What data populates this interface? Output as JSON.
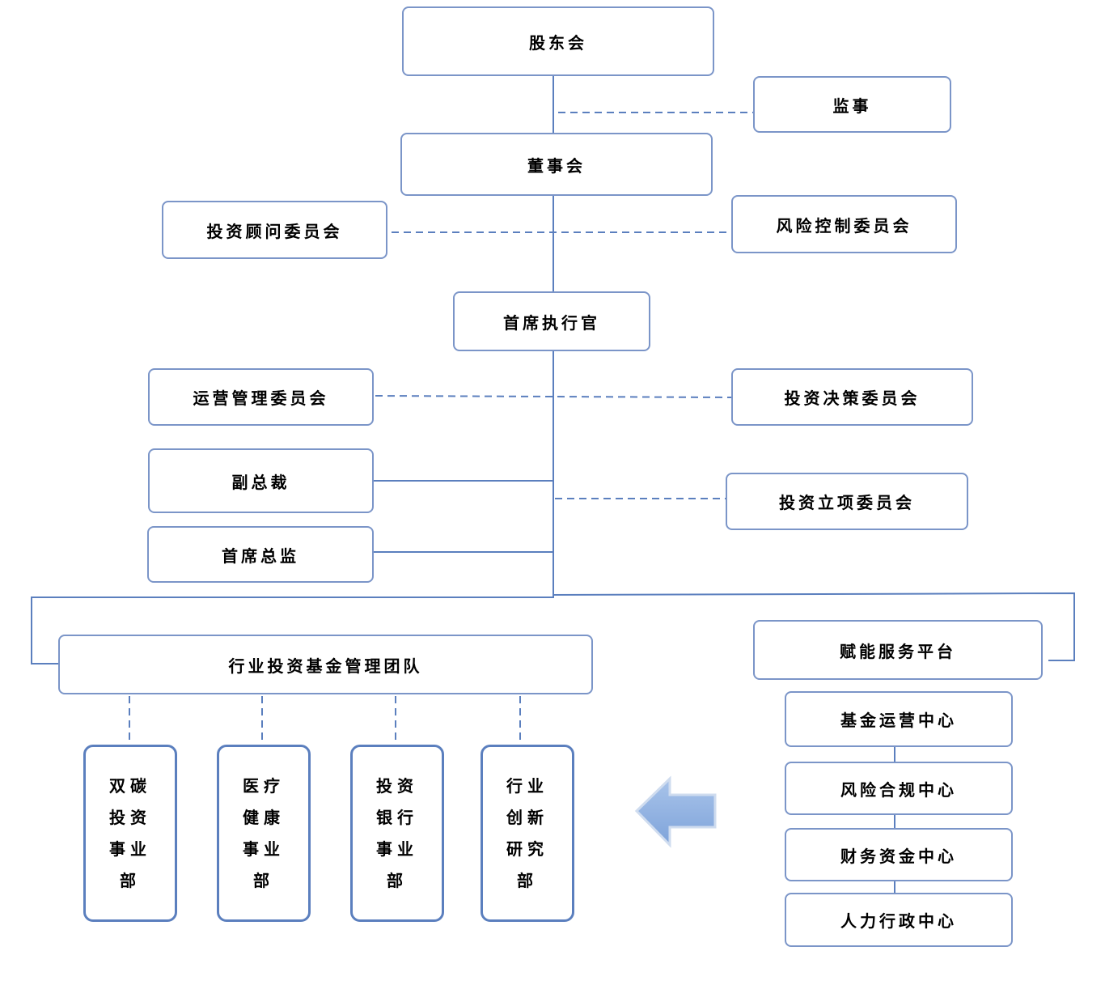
{
  "colors": {
    "line": "#5b7fbe",
    "border": "#7b95c8",
    "arrow": "#8fb0df"
  },
  "nodes": {
    "shareholders": "股东会",
    "supervisor": "监事",
    "board": "董事会",
    "investment_advisory": "投资顾问委员会",
    "risk_control": "风险控制委员会",
    "ceo": "首席执行官",
    "operations_management": "运营管理委员会",
    "investment_decision": "投资决策委员会",
    "vice_president": "副总裁",
    "chief_director": "首席总监",
    "investment_project": "投资立项委员会",
    "industry_fund_team": "行业投资基金管理团队",
    "empowerment_platform": "赋能服务平台",
    "fund_operations_center": "基金运营中心",
    "risk_compliance_center": "风险合规中心",
    "finance_center": "财务资金中心",
    "hr_admin_center": "人力行政中心"
  },
  "departments": [
    {
      "lines": [
        "双碳",
        "投资",
        "事业",
        "部"
      ]
    },
    {
      "lines": [
        "医疗",
        "健康",
        "事业",
        "部"
      ]
    },
    {
      "lines": [
        "投资",
        "银行",
        "事业",
        "部"
      ]
    },
    {
      "lines": [
        "行业",
        "创新",
        "研究",
        "部"
      ]
    }
  ],
  "arrow_icon": "left-arrow-icon"
}
